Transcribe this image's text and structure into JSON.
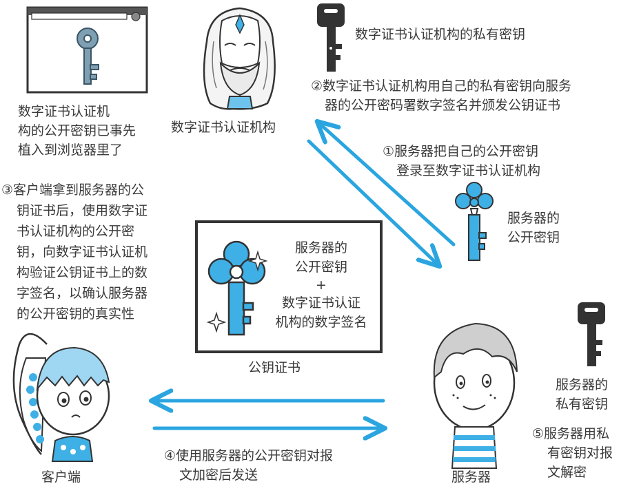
{
  "browser_note": {
    "lines": [
      "数字证书认证机",
      "构的公开密钥已事先",
      "植入到浏览器里了"
    ]
  },
  "ca": {
    "label": "数字证书认证机构",
    "private_key_label": "数字证书认证机构的私有密钥"
  },
  "steps": {
    "step1": [
      "①服务器把自己的公开密钥",
      "登录至数字证书认证机构"
    ],
    "step2": [
      "②数字证书认证机构用自己的私有密钥向服务",
      "器的公开密码署数字签名并颁发公钥证书"
    ],
    "step3": [
      "③客户端拿到服务器的公",
      "钥证书后，使用数字证",
      "书认证机构的公开密",
      "钥，向数字证书认证机",
      "构验证公钥证书上的数",
      "字签名，以确认服务器",
      "的公开密钥的真实性"
    ],
    "step4": [
      "④使用服务器的公开密钥对报",
      "文加密后发送"
    ],
    "step5": [
      "⑤服务器用私",
      "有密钥对报",
      "文解密"
    ]
  },
  "server_public_key_label": [
    "服务器的",
    "公开密钥"
  ],
  "certificate": {
    "content": [
      "服务器的",
      "公开密钥",
      "+",
      "数字证书认证",
      "机构的数字签名"
    ],
    "caption": "公钥证书"
  },
  "client": {
    "label": "客户端"
  },
  "server": {
    "label": "服务器",
    "private_key_label": [
      "服务器的",
      "私有密钥"
    ]
  },
  "colors": {
    "arrow_blue": "#2aa5e0",
    "key_blue": "#3fb0e6",
    "key_gray": "#6f8da0",
    "dark_key": "#333333",
    "text": "#3a3a3a"
  }
}
